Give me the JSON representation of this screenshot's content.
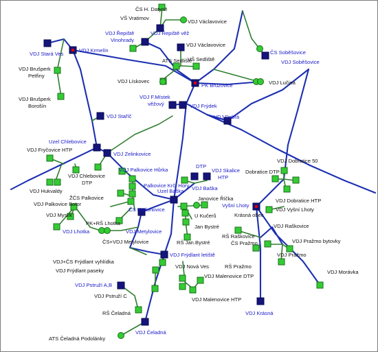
{
  "labels": {
    "cs_h_datyne": "ČS H. Datyně",
    "vs_vratimov": "VŠ Vratimov",
    "vdj_vaclavovice_top": "VDJ Václavovice",
    "vdj_repiste_vinohrady": "VDJ Řepiště\nVinohrady",
    "vdj_repiste_vez": "VDJ Řepiště věž",
    "vdj_stara_ves": "VDJ Stará Ves",
    "vdj_krmelin": "VDJ Krmelín",
    "vdj_vaclavovice_mid": "VDJ Václavovice",
    "cs_sobesovice": "ČS Soběšovice",
    "vdj_sobesovice": "VDJ Soběšovice",
    "ats_sedliste": "ATS Sedliště",
    "vs_sedliste": "VŠ Sedliště",
    "vdj_brusperk_petrinv": "VDJ Brušperk\nPetřiny",
    "vdj_liskovec": "VDJ Lískovec",
    "pk_bruzovice": "PK Bruzovice",
    "vdj_lucina": "VDJ Lučina",
    "vdj_brusperk_borosin": "VDJ Brušperk\nBorošín",
    "vdj_fmistek": "VDJ F.Místek\nvěžový",
    "vdj_frydek": "VDJ Frýdek",
    "vdj_starlic": "VDJ Staříč",
    "vdj_dobra": "VDJ Dobrá",
    "uzel_chlebovice": "Uzel Chlebovice",
    "vdj_frycovice_htp": "VDJ Fryčovice HTP",
    "vdj_zelinkovice": "VDJ Zelinkovice",
    "vdj_dobratice_50": "VDJ Dobratice 50",
    "vdj_chlebovice_dtp": "VDJ Chlebovice\nDTP",
    "vdj_palkovice_hurka": "VDJ Palkovice Hůrka",
    "dtp": "DTP",
    "vdj_skalice_htp": "VDJ Skalice\nHTP",
    "dobratice_dtp": "Dobratice DTP",
    "vdj_hukvaldy": "VDJ Hukvaldy",
    "zcs_palkovice": "ŽČS Palkovice",
    "palkovice_krc_hory": "Palkovice Krč. Hory",
    "uzel_baska": "Uzel Baška",
    "vdj_baska": "VDJ Baška",
    "janovice_ricka": "Janovice Říčka",
    "vysni_lhoty": "Vyšní Lhoty",
    "vdj_dobratice_htp": "VDJ Dobratice HTP",
    "vdj_vysni_lhoty": "VDJ Vyšní Lhoty",
    "vdj_palkovice_botor": "VDJ Palkovice Botor",
    "cs_hodonovice": "ČS Hodoňovice",
    "u_kucera": "U Kučerů",
    "krasna_obec": "Krásná obec",
    "vdj_myslik": "VDJ Myslík",
    "pk_rs_lhotka": "PK+RŠ Lhotka",
    "vdj_raskovice": "VDJ Raškovice",
    "vdj_lhotka": "VDJ Lhotka",
    "vdj_metylovice": "VDJ Metylovice",
    "jan_bystre": "Jan Bystré",
    "rs_raskovice": "RŠ Raškovice",
    "cs_prazmo": "ČS Pražmo",
    "vdj_prazmo_bytovky": "VDJ Pražmo bytovky",
    "rs_jan_bystre": "RŠ Jan.Bystré",
    "cs_vdj_metylovice": "ČS+VDJ Metylovice",
    "vdj_prazmo": "VDJ Pražmo",
    "vdj_cs_frydlant_vyhlidka": "VDJ+ČS Frýdlant vyhlídka",
    "vdj_frydlant_letiste": "VDJ Frýdlant letiště",
    "rs_prazmo": "RŠ Pražmo",
    "vdj_frydlant_paseky": "VDJ Frýdlant paseky",
    "vdj_nova_ves": "VDJ Nová Ves",
    "vdj_moravka": "VDJ Morávka",
    "vdj_malenovice_dtp": "VDJ Malenovice DTP",
    "vdj_pstruzi_ab": "VDJ Pstruží A,B",
    "vdj_pstruzi_c": "VDJ Pstruží C",
    "vdj_malenovice_htp": "VDJ Malenovice HTP",
    "rs_celadna": "RŠ Čeladná",
    "vdj_krasna": "VDJ Krásná",
    "vdj_celadna": "VDJ Čeladná",
    "ats_celadna_podolanky": "ATS Čeladná Podolánky"
  },
  "colors": {
    "main_pipe": "#1c2fb0",
    "branch_pipe": "#2e7d2e",
    "node_green_fill": "#33cc33",
    "node_blue_fill": "#14147a",
    "node_red_center": "#e00000",
    "label_blue": "#1919c8",
    "label_black": "#111111"
  },
  "icons": {
    "reservoir": "green-square-icon",
    "main_reservoir": "blue-square-icon",
    "pump_station": "green-circle-icon",
    "node_junction": "red-core-square-icon"
  }
}
